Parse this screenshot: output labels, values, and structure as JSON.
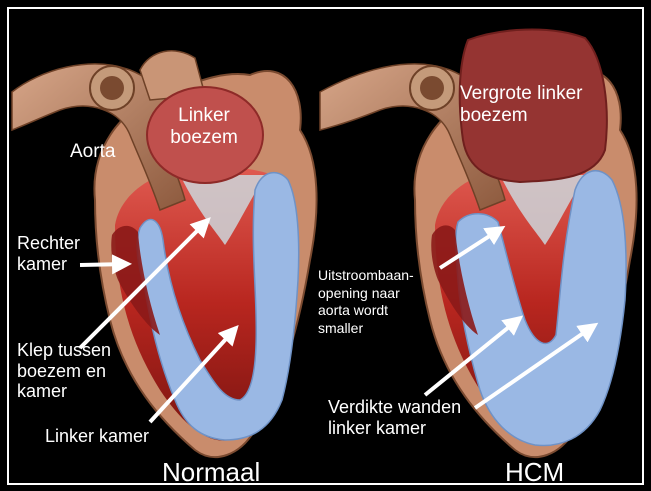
{
  "left_panel": {
    "caption": "Normaal",
    "labels": {
      "aorta": "Aorta",
      "linker_boezem_line1": "Linker",
      "linker_boezem_line2": "boezem",
      "rechter_kamer_line1": "Rechter",
      "rechter_kamer_line2": "kamer",
      "klep_line1": "Klep tussen",
      "klep_line2": "boezem en",
      "klep_line3": "kamer",
      "linker_kamer": "Linker kamer"
    }
  },
  "right_panel": {
    "caption": "HCM",
    "labels": {
      "vergrote_line1": "Vergrote linker",
      "vergrote_line2": "boezem",
      "uitstroom_line1": "Uitstroombaan-",
      "uitstroom_line2": "opening naar",
      "uitstroom_line3": "aorta wordt",
      "uitstroom_line4": "smaller",
      "verdikte_line1": "Verdikte wanden",
      "verdikte_line2": "linker kamer"
    }
  },
  "colors": {
    "background": "#000000",
    "frame": "#ffffff",
    "ventricle_wall": "#9ab8e4",
    "atrium_normal": "#c0504d",
    "atrium_enlarged": "#953432",
    "muscle": "#c2332e",
    "aorta": "#b07a5a",
    "text": "#ffffff"
  }
}
